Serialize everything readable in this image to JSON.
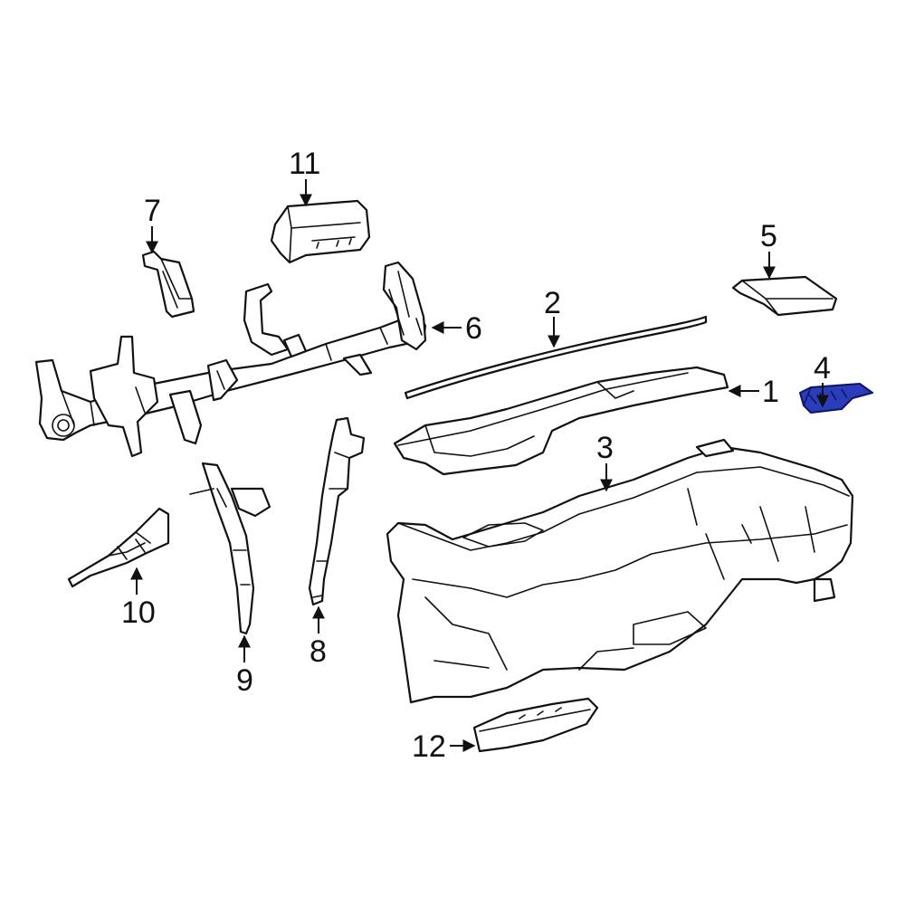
{
  "diagram": {
    "highlight_color": "#2b3dbb",
    "line_color": "#111111",
    "background": "#ffffff",
    "callouts": [
      "1",
      "2",
      "3",
      "4",
      "5",
      "6",
      "7",
      "8",
      "9",
      "10",
      "11",
      "12"
    ],
    "highlighted_callout": "4"
  }
}
